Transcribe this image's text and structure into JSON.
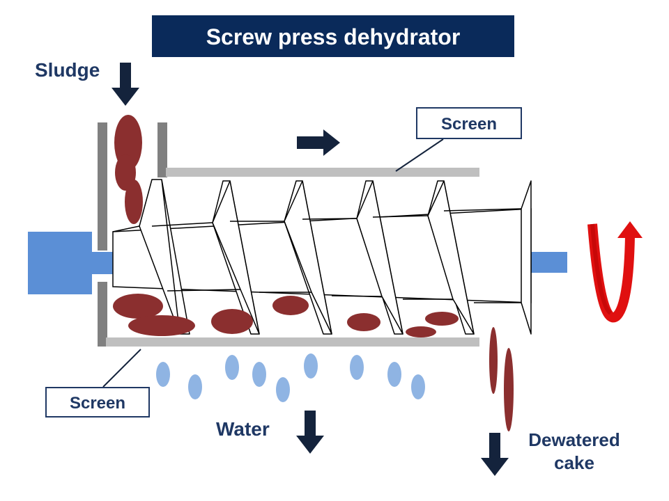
{
  "title": "Screw press dehydrator",
  "labels": {
    "sludge": "Sludge",
    "screen_top": "Screen",
    "screen_bottom": "Screen",
    "water": "Water",
    "cake_line1": "Dewatered",
    "cake_line2": "cake"
  },
  "colors": {
    "title_bg": "#0a2a5a",
    "title_text": "#ffffff",
    "label_text": "#1f3864",
    "arrow": "#14233c",
    "sludge": "#8b2f2f",
    "water": "#8fb4e3",
    "shaft": "#5b8fd6",
    "screen": "#bfbfbf",
    "wall": "#808080",
    "rotation": "#e01010"
  }
}
